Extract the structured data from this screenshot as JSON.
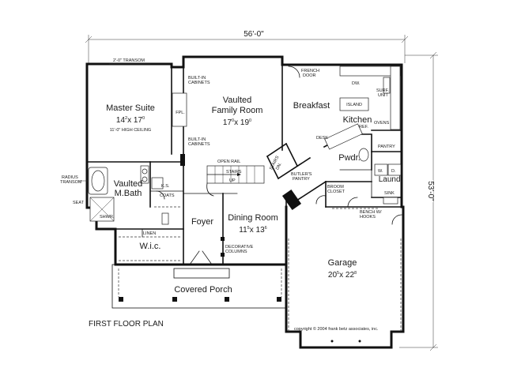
{
  "plan": {
    "title": "FIRST FLOOR PLAN",
    "copyright": "copyright © 2004 frank betz associates, inc.",
    "width_dim": "56'-0\"",
    "depth_dim": "53'-0\""
  },
  "rooms": {
    "master_suite": {
      "name": "Master Suite",
      "size_w": "14",
      "sup_w": "2",
      "size_h": "17",
      "sup_h": "0",
      "note": "11'-0\" HIGH CEILING"
    },
    "family_room": {
      "name1": "Vaulted",
      "name2": "Family Room",
      "size_w": "17",
      "sup_w": "0",
      "size_h": "19",
      "sup_h": "0"
    },
    "breakfast": {
      "name": "Breakfast"
    },
    "kitchen": {
      "name": "Kitchen"
    },
    "bath": {
      "name1": "Vaulted",
      "name2": "M.Bath"
    },
    "foyer": {
      "name": "Foyer"
    },
    "dining": {
      "name": "Dining Room",
      "size_w": "11",
      "sup_w": "5",
      "size_h": "13",
      "sup_h": "6"
    },
    "wic": {
      "name": "W.i.c."
    },
    "garage": {
      "name": "Garage",
      "size_w": "20",
      "sup_w": "5",
      "size_h": "22",
      "sup_h": "8"
    },
    "porch": {
      "name": "Covered Porch"
    },
    "powder": {
      "name": "Pwdr."
    },
    "laundry": {
      "name": "Laund."
    }
  },
  "notes": {
    "transom": "2'-0\" TRANSOM",
    "builtin1": "BUILT-IN",
    "cabinets1": "CABINETS",
    "builtin2": "BUILT-IN",
    "cabinets2": "CABINETS",
    "fpl": "FPL.",
    "open_rail": "OPEN RAIL",
    "stairs_up": "STAIRS",
    "up": "UP",
    "stairs_dn": "STAIRS",
    "dn": "DN.",
    "butlers": "BUTLER'S",
    "pantry_b": "PANTRY",
    "broom": "BROOM",
    "closet": "CLOSET",
    "french1": "FRENCH",
    "french2": "DOOR",
    "dw": "DW.",
    "island": "ISLAND",
    "surf1": "SURF.",
    "surf2": "UNIT",
    "ovens": "OVENS",
    "ref": "REF.",
    "desk": "DESK",
    "pantry": "PANTRY",
    "w": "W.",
    "d": "D.",
    "sink": "SINK",
    "bench1": "BENCH W/",
    "bench2": "HOOKS",
    "coats": "COATS",
    "linen": "LINEN",
    "ks": "K.S.",
    "shwr": "SHWR.",
    "seat": "SEAT",
    "radius1": "RADIUS",
    "radius2": "TRANSOM",
    "deco1": "DECORATIVE",
    "deco2": "COLUMNS"
  }
}
